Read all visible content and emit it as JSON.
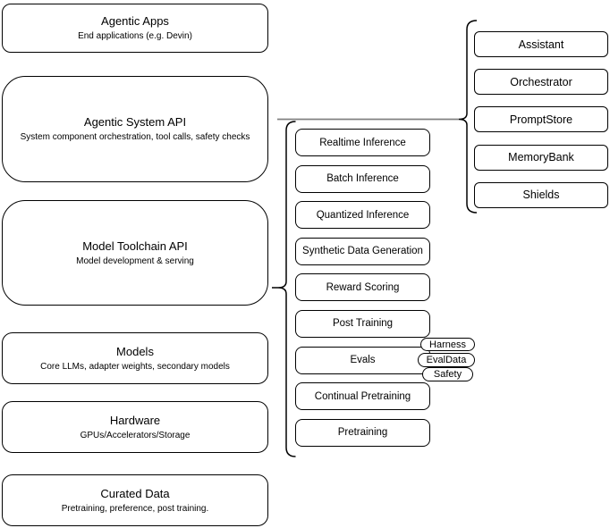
{
  "diagram": {
    "left_column": [
      {
        "title": "Agentic Apps",
        "subtitle": "End applications (e.g. Devin)"
      },
      {
        "title": "Agentic System API",
        "subtitle": "System component orchestration, tool calls, safety checks"
      },
      {
        "title": "Model Toolchain API",
        "subtitle": "Model development & serving"
      },
      {
        "title": "Models",
        "subtitle": "Core LLMs, adapter weights, secondary models"
      },
      {
        "title": "Hardware",
        "subtitle": "GPUs/Accelerators/Storage"
      },
      {
        "title": "Curated Data",
        "subtitle": "Pretraining, preference, post training."
      }
    ],
    "toolchain_items": [
      "Realtime Inference",
      "Batch Inference",
      "Quantized Inference",
      "Synthetic Data Generation",
      "Reward Scoring",
      "Post Training",
      "Evals",
      "Continual Pretraining",
      "Pretraining"
    ],
    "eval_tags": [
      "Harness",
      "EvalData",
      "Safety"
    ],
    "system_components": [
      "Assistant",
      "Orchestrator",
      "PromptStore",
      "MemoryBank",
      "Shields"
    ],
    "colors": {
      "node_stroke": "#000000",
      "node_fill": "#ffffff",
      "connector_gray": "#808080"
    }
  }
}
